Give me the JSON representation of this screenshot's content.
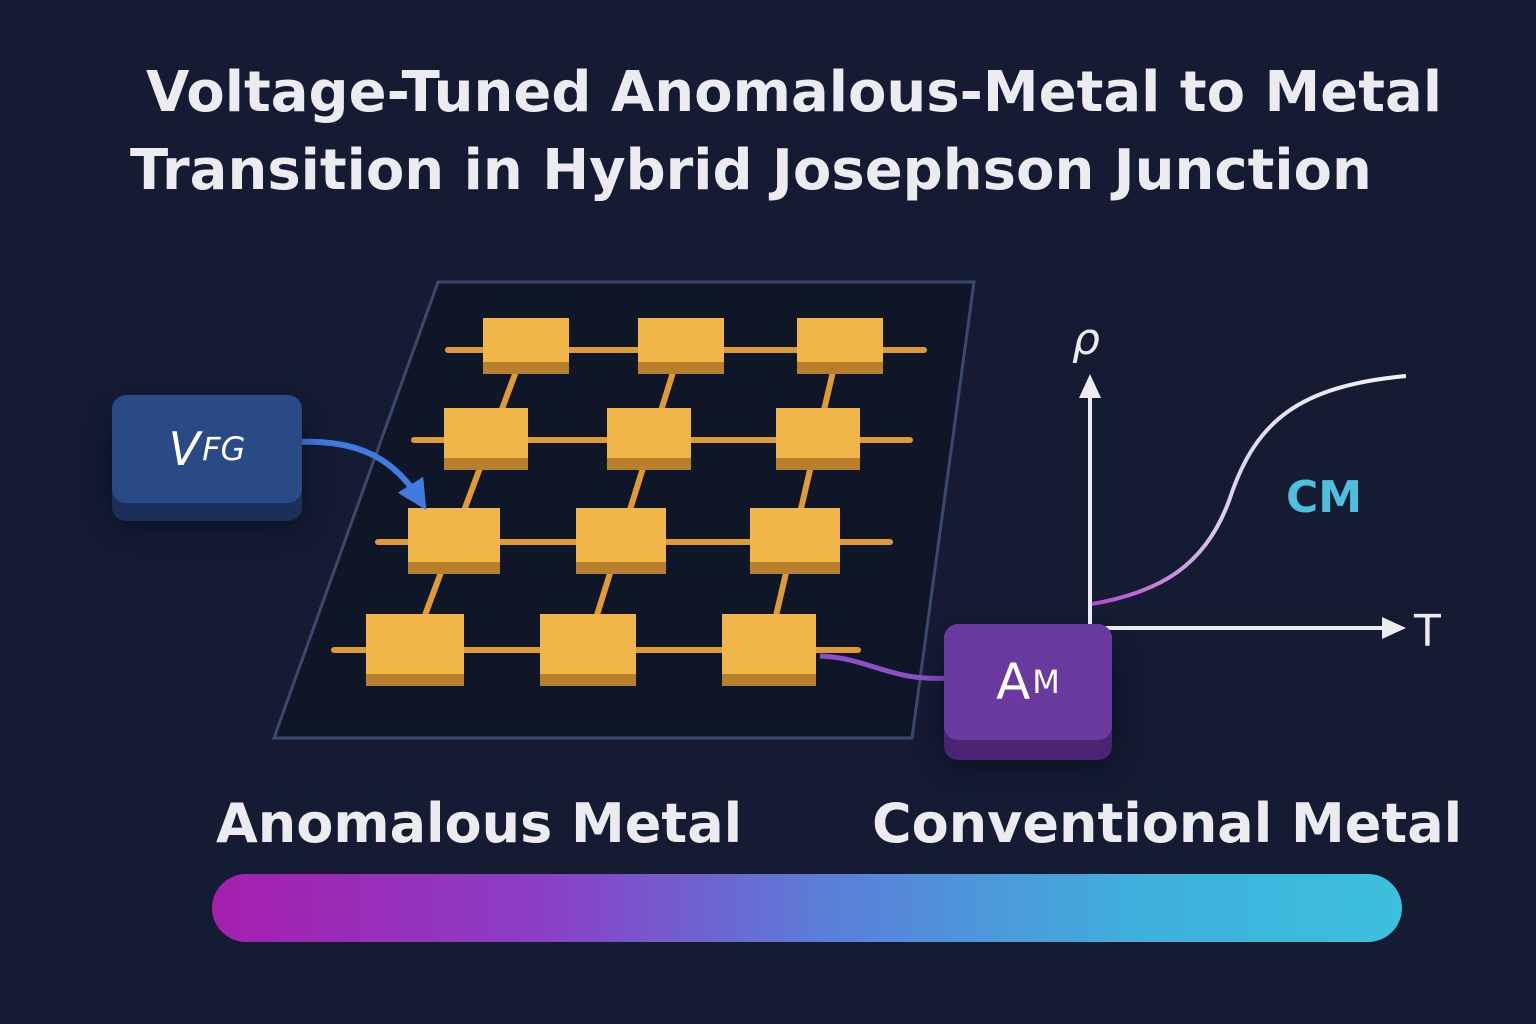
{
  "title": {
    "line1": "Voltage-Tuned Anomalous-Metal to Metal",
    "line2": "Transition in Hybrid Josephson Junction"
  },
  "nodes": {
    "vfg": {
      "main": "V",
      "sub": "FG",
      "color": "#2a4a86"
    },
    "am": {
      "main": "A",
      "sub": "M",
      "color": "#6b3a9e"
    }
  },
  "plot": {
    "y_label": "ρ",
    "x_label": "T",
    "curve_label": "CM",
    "curve_label_color": "#4fbfe0"
  },
  "regimes": {
    "left": "Anomalous Metal",
    "right": "Conventional Metal"
  },
  "colors": {
    "background": "#141b33",
    "island": "#f1b64a",
    "wire": "#e09a35",
    "gradient_start": "#a61fae",
    "gradient_end": "#3cc0dc"
  }
}
